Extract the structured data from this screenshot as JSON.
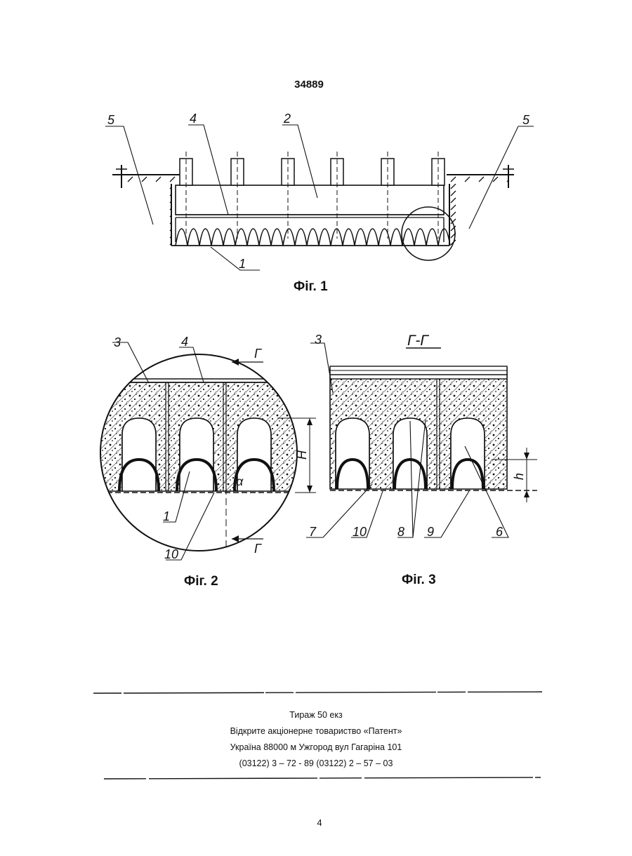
{
  "header": {
    "doc_number": "34889"
  },
  "figures": {
    "fig1": {
      "caption": "Фіг. 1",
      "labels": {
        "l5a": "5",
        "l4": "4",
        "l2": "2",
        "l5b": "5",
        "l1": "1",
        "mark_left": "I",
        "mark_right": "I"
      }
    },
    "fig2": {
      "caption": "Фіг. 2",
      "labels": {
        "l3": "3",
        "l4": "4",
        "cut_top": "Г",
        "cut_bottom": "Г",
        "dim_h": "H",
        "angle": "α",
        "l1": "1",
        "l10": "10"
      }
    },
    "fig3": {
      "caption": "Фіг. 3",
      "section_title": "Г-Г",
      "labels": {
        "l3": "3",
        "dim_h": "h",
        "l7": "7",
        "l10": "10",
        "l8": "8",
        "l9": "9",
        "l6": "6"
      }
    }
  },
  "footer": {
    "line1": "Тираж 50 екз",
    "line2": "Відкрите акціонерне товариство «Патент»",
    "line3": "Україна 88000 м Ужгород вул Гагаріна 101",
    "line4": "(03122) 3 – 72 - 89   (03122) 2 – 57 – 03"
  },
  "page": {
    "number": "4"
  }
}
